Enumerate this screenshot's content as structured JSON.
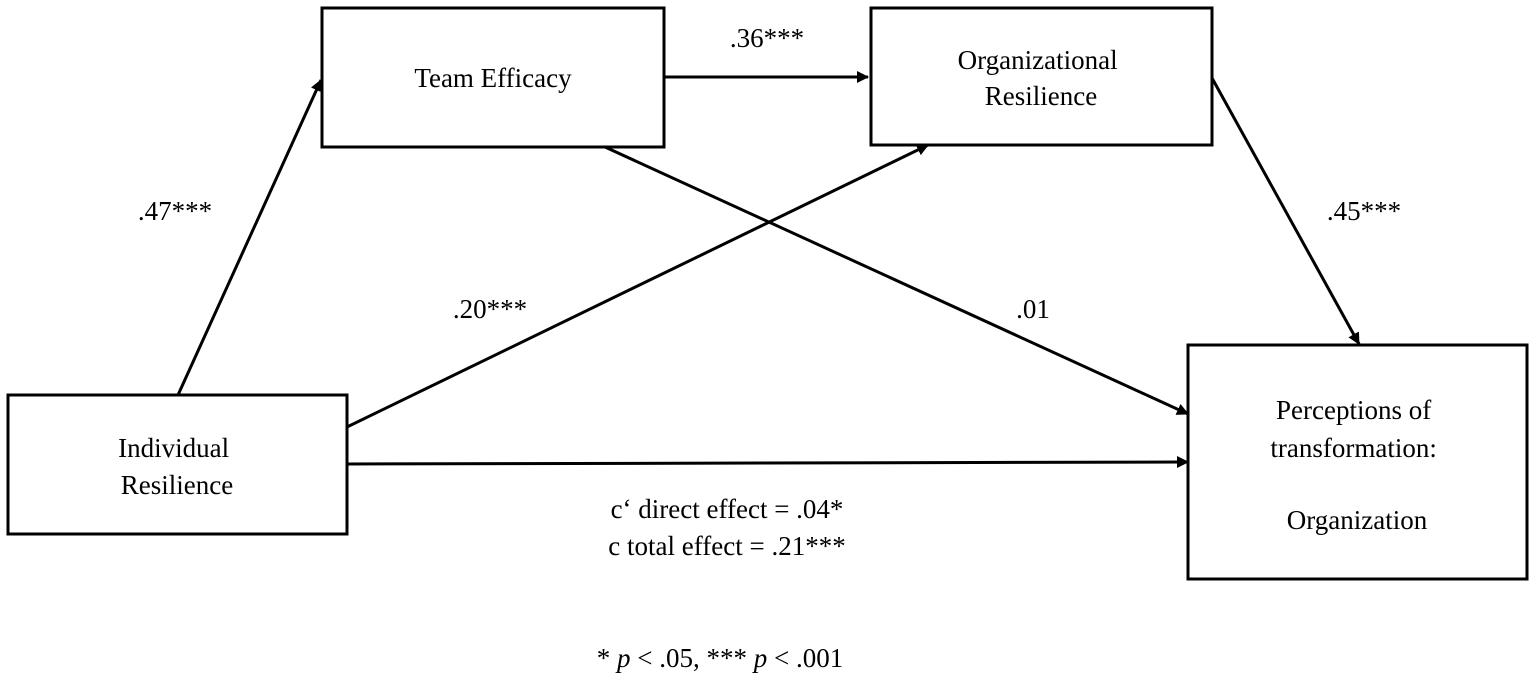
{
  "nodes": {
    "team_efficacy": {
      "lines": [
        "Team Efficacy"
      ]
    },
    "organizational_resilience": {
      "lines": [
        "Organizational",
        "Resilience"
      ]
    },
    "individual_resilience": {
      "lines": [
        "Individual",
        "Resilience"
      ]
    },
    "perceptions": {
      "lines": [
        "Perceptions of",
        "transformation:",
        "",
        "Organization"
      ]
    }
  },
  "paths": {
    "ind_to_team": ".47***",
    "team_to_org": ".36***",
    "ind_to_org": ".20***",
    "team_to_perc": ".01",
    "org_to_perc": ".45***"
  },
  "effects": {
    "direct": "c‘ direct effect = .04*",
    "total": "c total effect = .21***"
  },
  "note": {
    "part1": "* ",
    "p1": "p",
    "part2": " < .05, *** ",
    "p2": "p",
    "part3": " < .001"
  },
  "colors": {
    "stroke": "#000000",
    "background": "#ffffff"
  }
}
